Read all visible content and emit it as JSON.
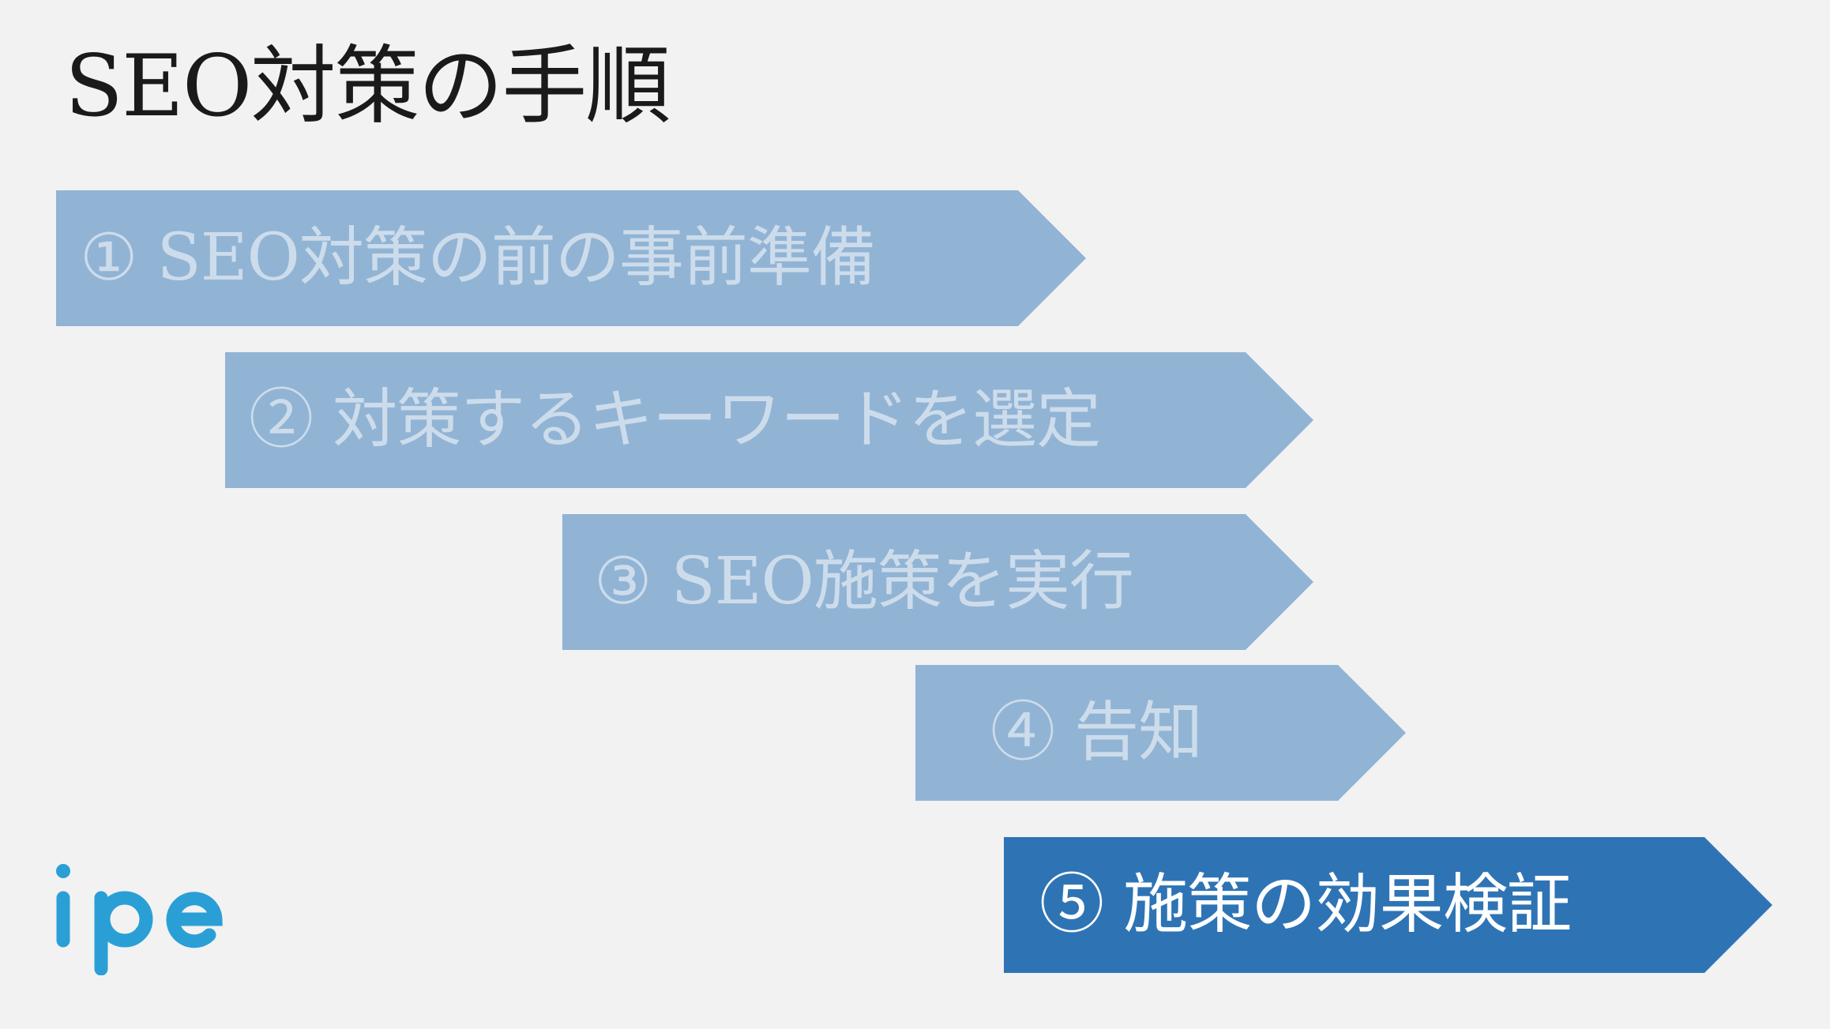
{
  "title": "SEO対策の手順",
  "steps": [
    {
      "label": "① SEO対策の前の事前準備",
      "state": "inactive"
    },
    {
      "label": "② 対策するキーワードを選定",
      "state": "inactive"
    },
    {
      "label": "③ SEO施策を実行",
      "state": "inactive"
    },
    {
      "label": "④ 告知",
      "state": "inactive"
    },
    {
      "label": "⑤ 施策の効果検証",
      "state": "active"
    }
  ],
  "logo": {
    "text": "ipe",
    "color": "#2a9fd6"
  },
  "colors": {
    "background": "#f2f2f2",
    "inactive_fill": "#91b4d5",
    "inactive_text": "#cddceb",
    "active_fill": "#2e74b5",
    "active_text": "#ffffff"
  }
}
